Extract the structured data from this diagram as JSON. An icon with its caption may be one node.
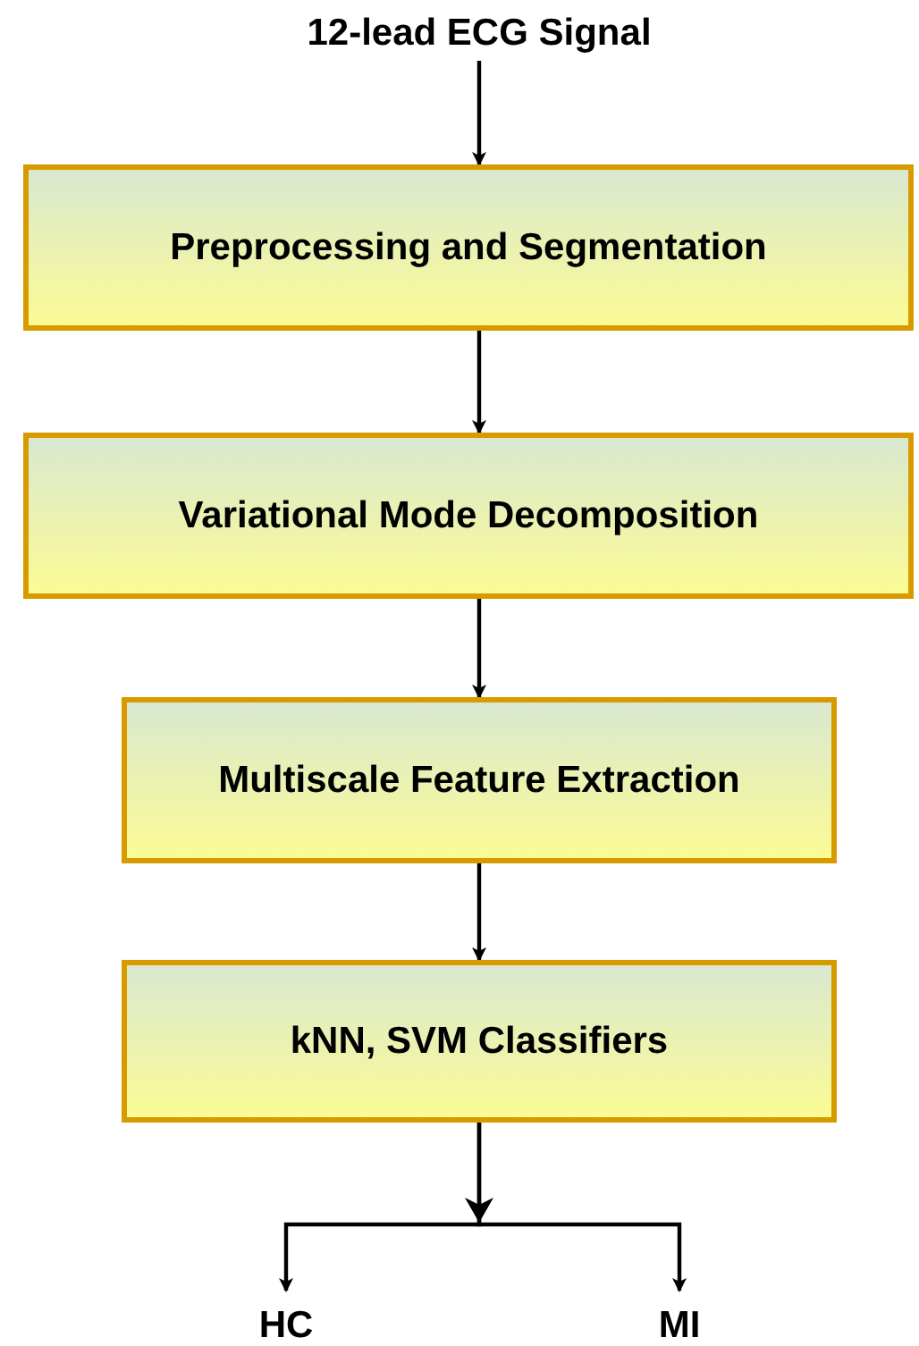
{
  "diagram": {
    "nodes": [
      {
        "text": [
          "12-lead ECG Signal"
        ]
      },
      {
        "text": [
          "Preprocessing and Segmentation"
        ]
      },
      {
        "text": [
          "Variational Mode Decomposition"
        ]
      },
      {
        "text": [
          "Multiscale Feature Extraction"
        ]
      },
      {
        "text": [
          "kNN, SVM Classifiers"
        ]
      },
      {
        "text": [
          "HC"
        ]
      },
      {
        "text": [
          "MI"
        ]
      }
    ],
    "edges": [
      {
        "from": 0,
        "to": 1,
        "arrow": "to"
      },
      {
        "from": 1,
        "to": 2,
        "arrow": "to"
      },
      {
        "from": 2,
        "to": 3,
        "arrow": "to"
      },
      {
        "from": 3,
        "to": 4,
        "arrow": "to"
      },
      {
        "from": 4,
        "to": 5,
        "arrow": "to"
      },
      {
        "from": 4,
        "to": 6,
        "arrow": "to"
      }
    ]
  }
}
